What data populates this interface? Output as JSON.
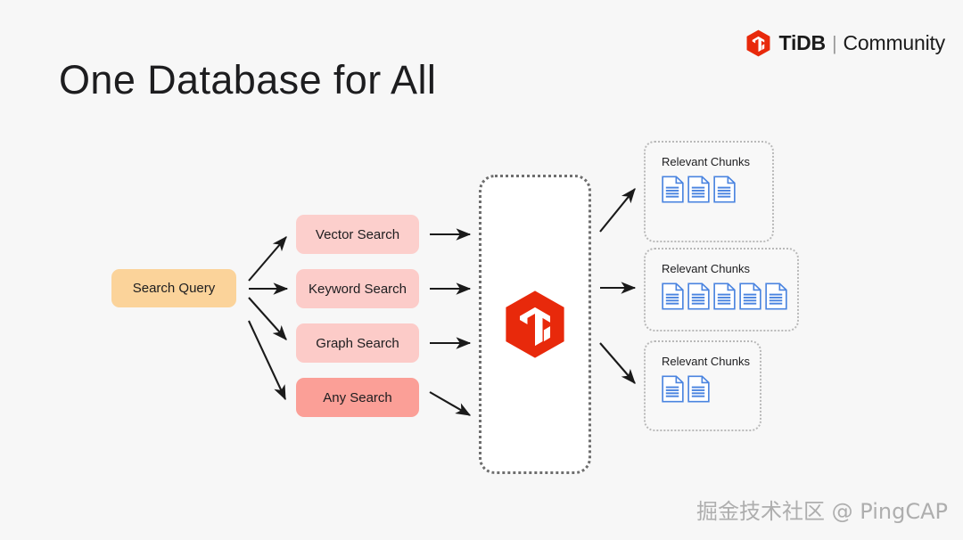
{
  "brand": {
    "logo_icon": "tidb-hexagon-logo",
    "name": "TiDB",
    "divider": "|",
    "sub": "Community"
  },
  "title": "One Database for All",
  "diagram": {
    "query_node": {
      "label": "Search Query",
      "color": "#fbd39a"
    },
    "search_nodes": [
      {
        "label": "Vector Search",
        "color": "#fccfcc"
      },
      {
        "label": "Keyword Search",
        "color": "#fcccc9"
      },
      {
        "label": "Graph Search",
        "color": "#fccbc8"
      },
      {
        "label": "Any Search",
        "color": "#fb9f97"
      }
    ],
    "center": {
      "logo_icon": "tidb-hexagon-logo",
      "border_color": "#6e6e6e"
    },
    "result_cards": [
      {
        "title": "Relevant Chunks",
        "doc_count": 3
      },
      {
        "title": "Relevant Chunks",
        "doc_count": 5
      },
      {
        "title": "Relevant Chunks",
        "doc_count": 2
      }
    ],
    "arrow_color": "#1a1a1a",
    "doc_icon_color": "#4a84e0"
  },
  "watermark": "掘金技术社区 @ PingCAP"
}
